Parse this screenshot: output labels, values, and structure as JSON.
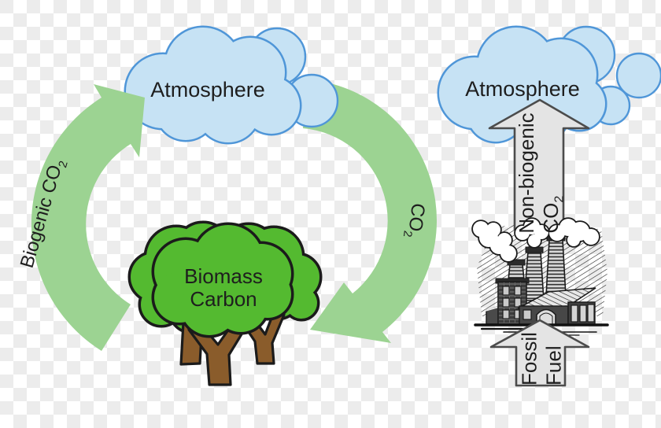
{
  "diagram": {
    "left_cycle": {
      "atmosphere_label": "Atmosphere",
      "biomass_label_line1": "Biomass",
      "biomass_label_line2": "Carbon",
      "up_arrow_label_main": "Biogenic CO",
      "up_arrow_label_sub": "2",
      "down_arrow_label_main": "CO",
      "down_arrow_label_sub": "2"
    },
    "right_flow": {
      "atmosphere_label": "Atmosphere",
      "up_arrow_label_line1": "Non-biogenic",
      "up_arrow_label_line2_main": "CO",
      "up_arrow_label_line2_sub": "2",
      "fuel_arrow_label_line1": "Fossil",
      "fuel_arrow_label_line2": "Fuel"
    },
    "colors": {
      "arc_green": "#9cd392",
      "cloud_fill": "#c6e2f4",
      "cloud_stroke": "#4f96d8",
      "tree_green": "#54ba30",
      "trunk_brown": "#8a5c2b",
      "outline_dark": "#1b1b1b",
      "arrow_gray_fill": "#e4e4e4",
      "arrow_gray_stroke": "#4c4c4c",
      "text": "#1e1e1e"
    }
  }
}
